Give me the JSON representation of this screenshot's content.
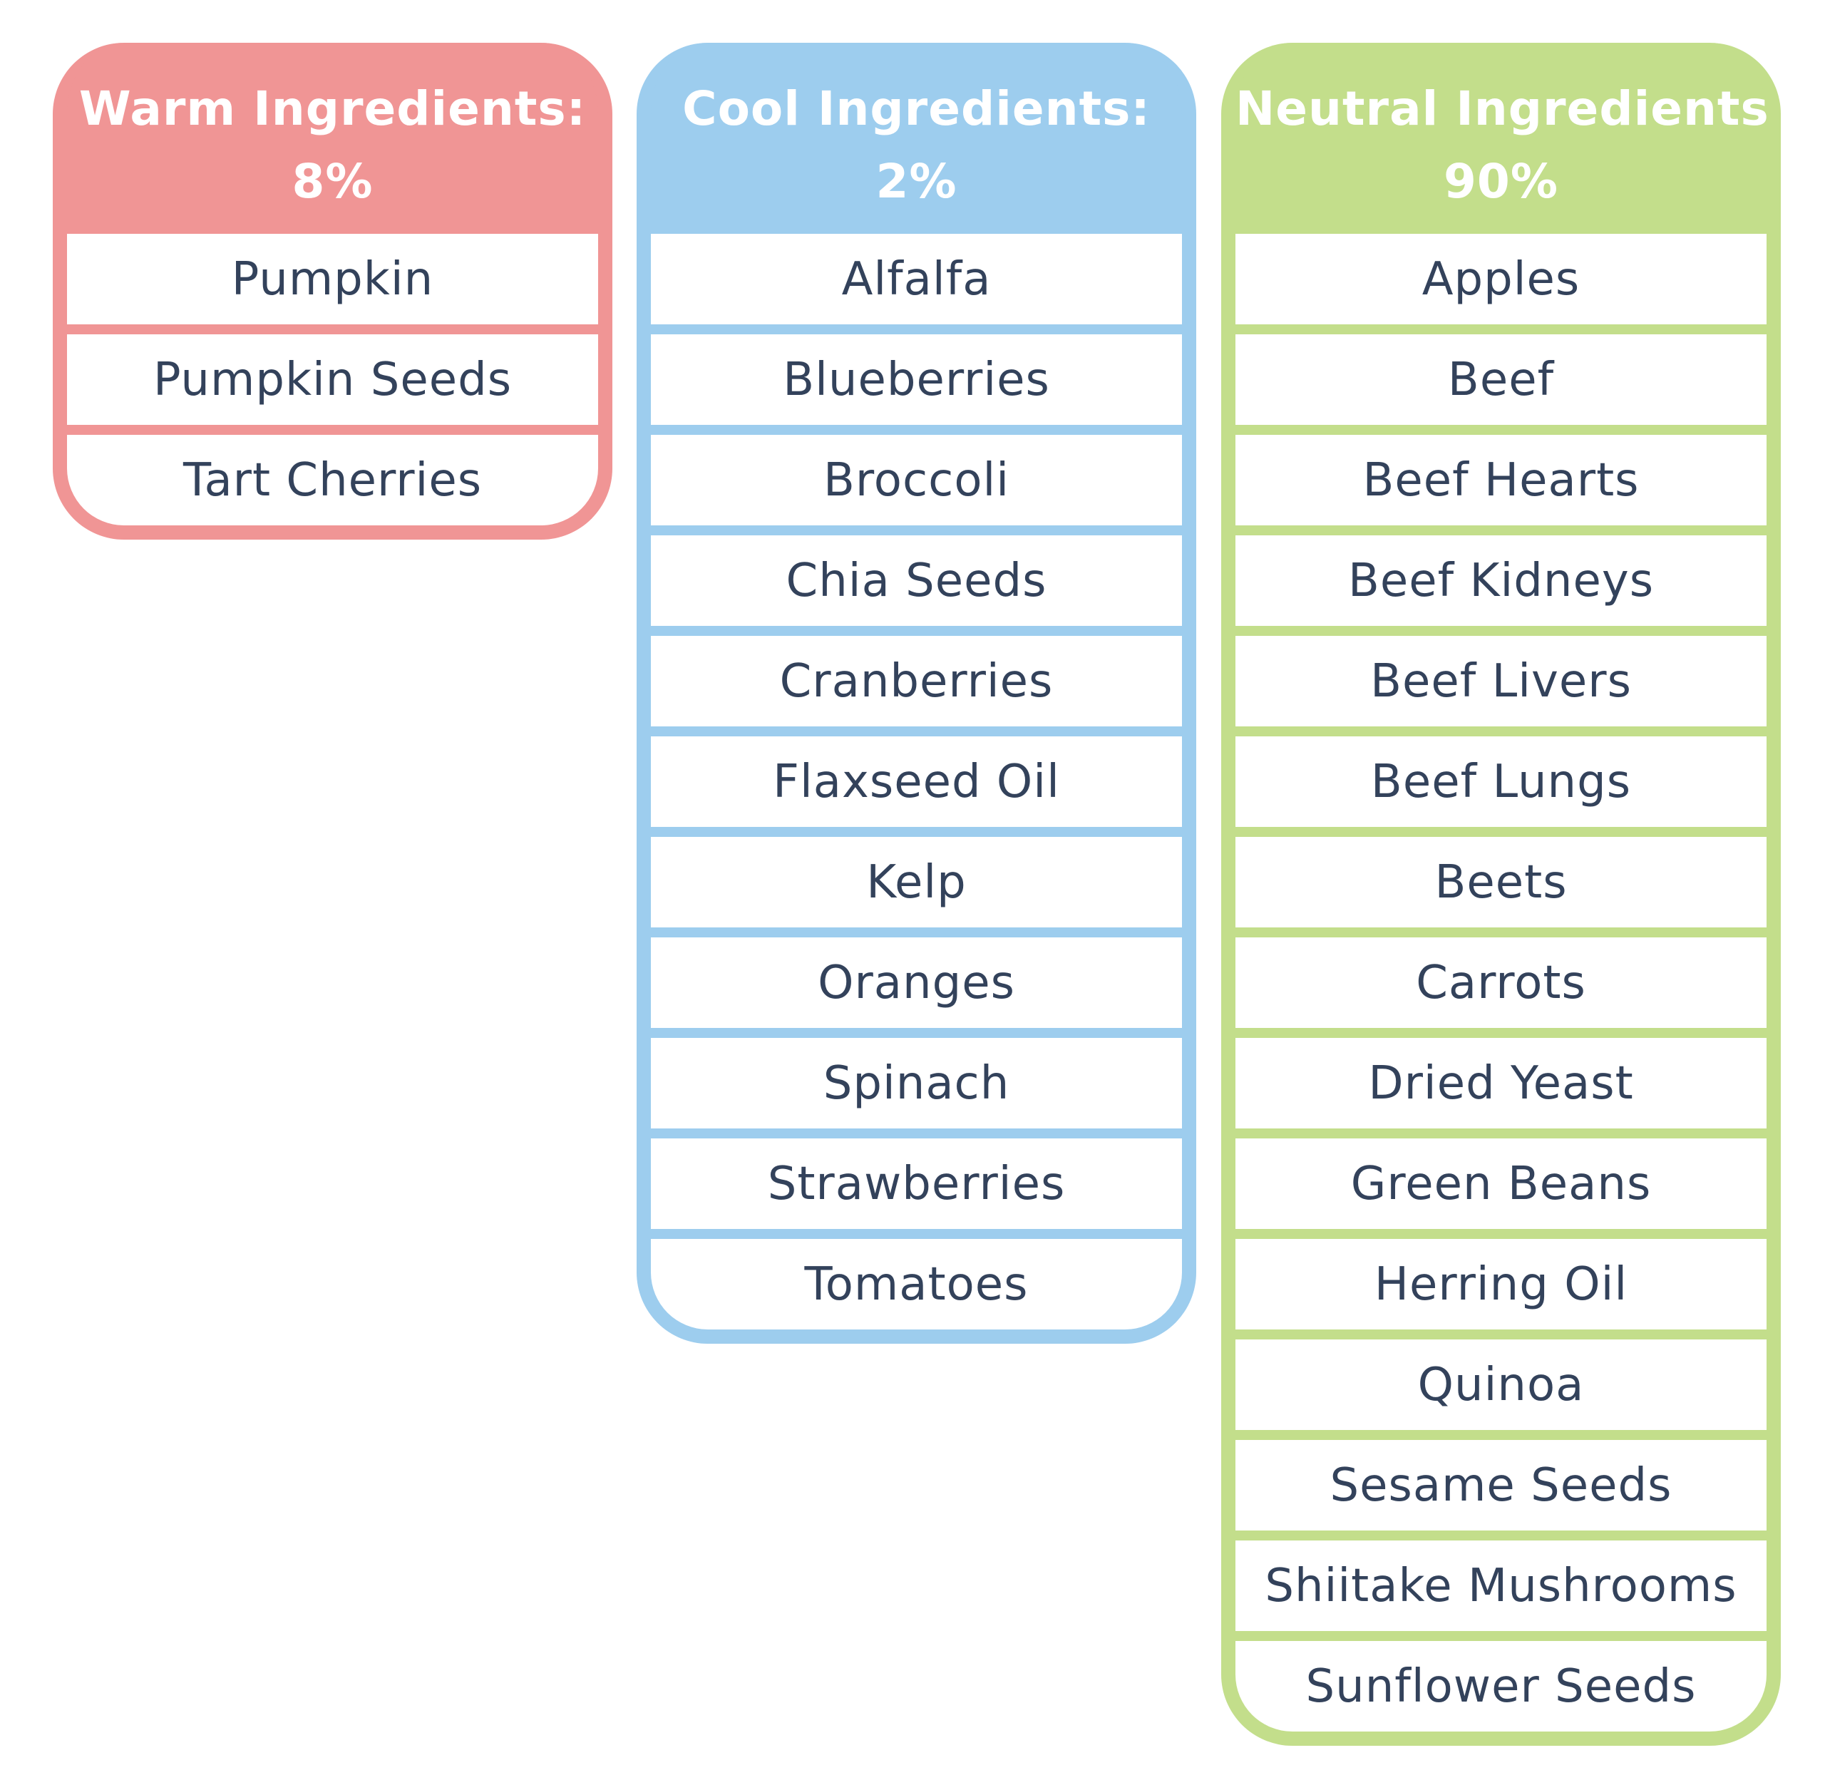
{
  "columns": [
    {
      "key": "warm",
      "title": "Warm Ingredients:",
      "percent": "8%",
      "color": "#f09595",
      "items": [
        "Pumpkin",
        "Pumpkin Seeds",
        "Tart Cherries"
      ]
    },
    {
      "key": "cool",
      "title": "Cool Ingredients:",
      "percent": "2%",
      "color": "#9dcdee",
      "items": [
        "Alfalfa",
        "Blueberries",
        "Broccoli",
        "Chia Seeds",
        "Cranberries",
        "Flaxseed Oil",
        "Kelp",
        "Oranges",
        "Spinach",
        "Strawberries",
        "Tomatoes"
      ]
    },
    {
      "key": "neutral",
      "title": "Neutral Ingredients:",
      "percent": "90%",
      "color": "#c3de8b",
      "items": [
        "Apples",
        "Beef",
        "Beef Hearts",
        "Beef Kidneys",
        "Beef Livers",
        "Beef Lungs",
        "Beets",
        "Carrots",
        "Dried Yeast",
        "Green Beans",
        "Herring Oil",
        "Quinoa",
        "Sesame Seeds",
        "Shiitake Mushrooms",
        "Sunflower Seeds"
      ]
    }
  ]
}
